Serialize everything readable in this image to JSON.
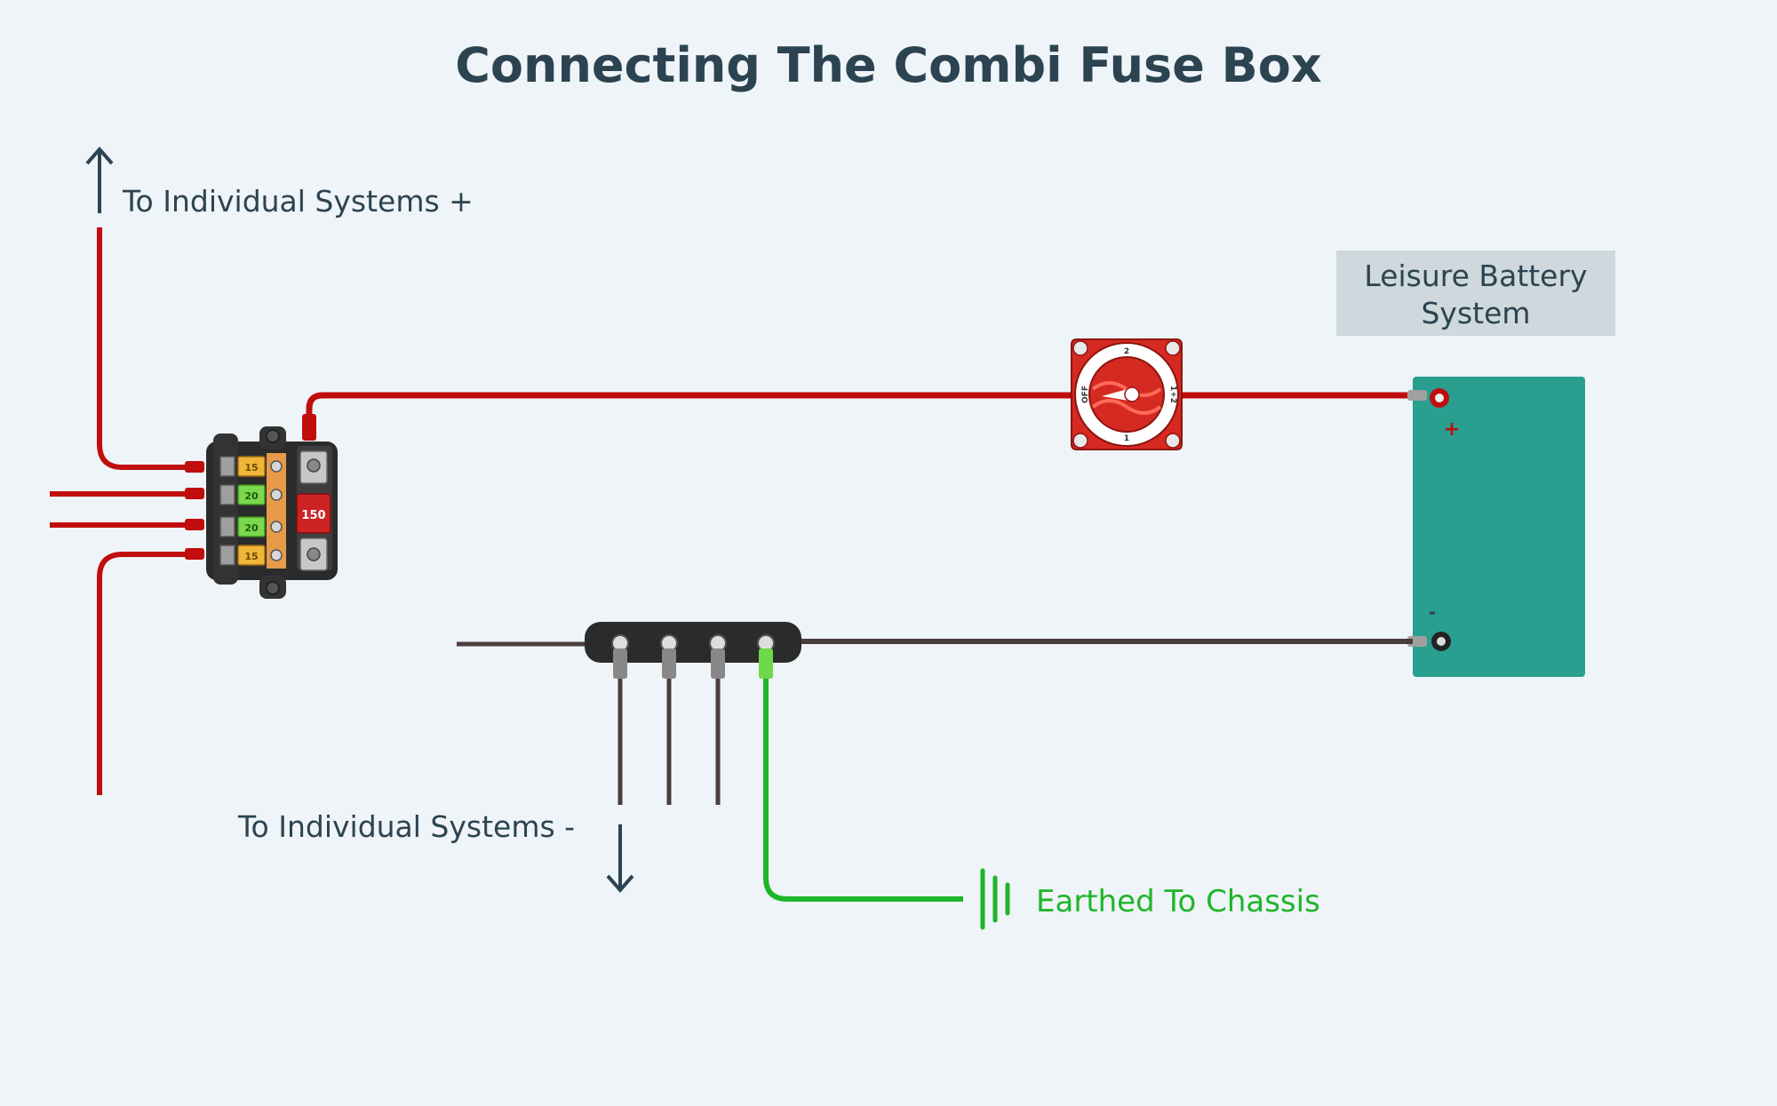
{
  "title": "Connecting The Combi Fuse Box",
  "labels": {
    "positive_outputs": "To Individual Systems +",
    "negative_outputs": "To Individual Systems -",
    "earth": "Earthed To Chassis",
    "battery_title_line1": "Leisure Battery",
    "battery_title_line2": "System"
  },
  "fuse_box": {
    "blade_fuses": [
      "15",
      "20",
      "20",
      "15"
    ],
    "main_fuse": "150"
  },
  "isolator_switch": {
    "positions": [
      "OFF",
      "2",
      "1+2",
      "1"
    ]
  },
  "battery": {
    "positive_symbol": "+",
    "negative_symbol": "-"
  },
  "colors": {
    "background": "#eef4f7",
    "text_dark": "#2c4351",
    "positive_wire": "#c00d0d",
    "negative_wire": "#4a3d3d",
    "earth_wire": "#1fb52a",
    "battery": "#2a9e8f",
    "label_box": "#cfd8dc",
    "fuse_orange": "#f0b638",
    "fuse_green": "#7cd84c",
    "main_fuse": "#cc2424",
    "switch_red": "#d52a22"
  },
  "icons": {
    "up_arrow": "up-arrow-icon",
    "down_arrow": "down-arrow-icon",
    "ground": "ground-symbol-icon"
  }
}
